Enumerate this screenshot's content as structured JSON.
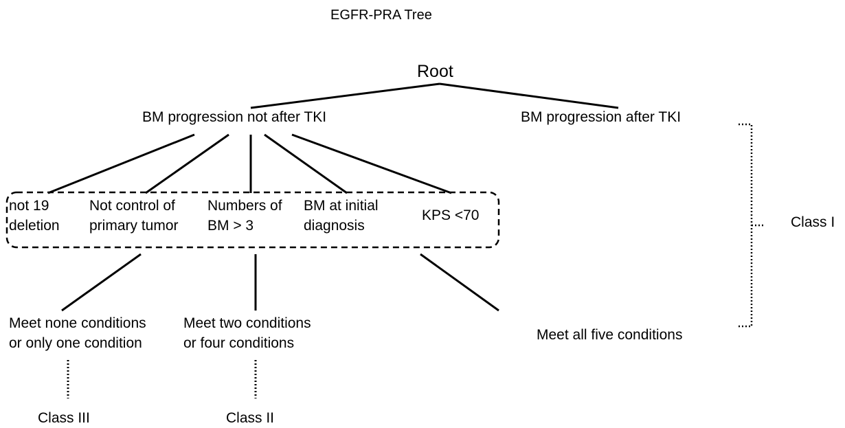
{
  "title": "EGFR-PRA Tree",
  "root": "Root",
  "branch_left": "BM progression not after TKI",
  "branch_right": "BM  progression after TKI",
  "conditions": [
    "not 19\ndeletion",
    "Not control of\nprimary tumor",
    "Numbers of\nBM > 3",
    "BM at initial\ndiagnosis",
    "KPS <70"
  ],
  "outcomes": {
    "few": "Meet none conditions\nor only one condition",
    "some": "Meet two conditions\nor four conditions",
    "all": "Meet all five conditions"
  },
  "classes": {
    "class_i": "Class I",
    "class_ii": "Class II",
    "class_iii": "Class III"
  }
}
